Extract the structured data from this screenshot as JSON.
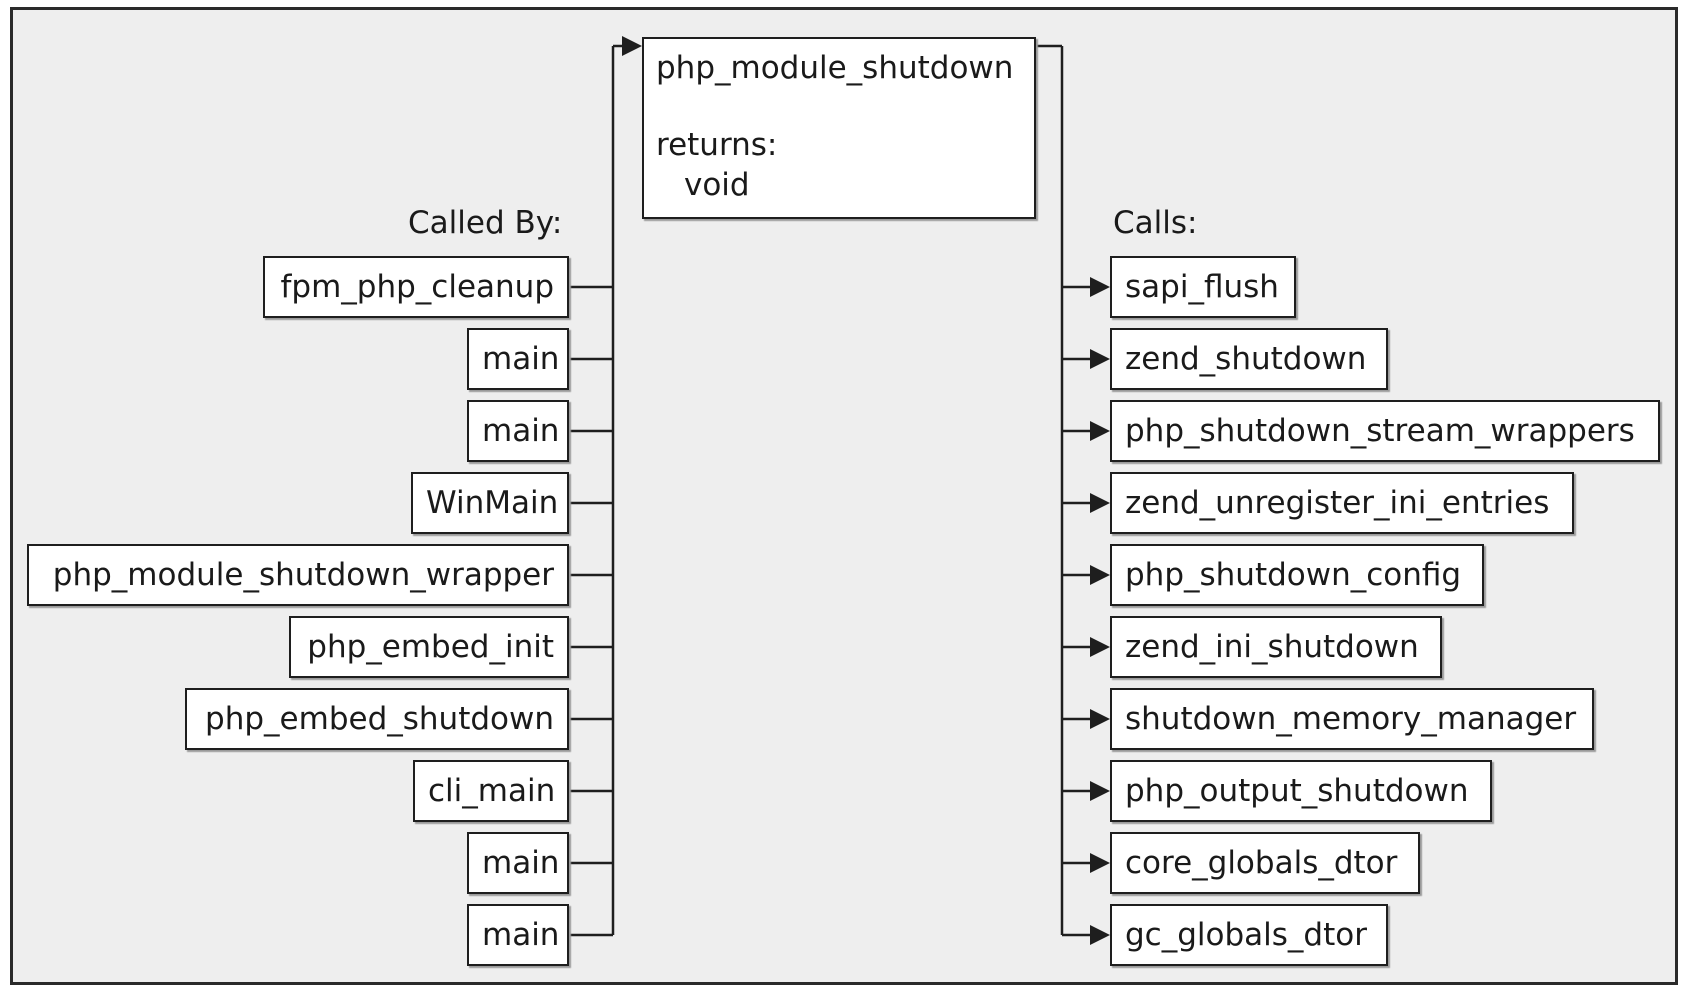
{
  "function": {
    "name": "php_module_shutdown",
    "returns_label": "returns:",
    "return_type": "void"
  },
  "called_by": {
    "heading": "Called By:",
    "items": [
      "fpm_php_cleanup",
      "main",
      "main",
      "WinMain",
      "php_module_shutdown_wrapper",
      "php_embed_init",
      "php_embed_shutdown",
      "cli_main",
      "main",
      "main"
    ]
  },
  "calls": {
    "heading": "Calls:",
    "items": [
      "sapi_flush",
      "zend_shutdown",
      "php_shutdown_stream_wrappers",
      "zend_unregister_ini_entries",
      "php_shutdown_config",
      "zend_ini_shutdown",
      "shutdown_memory_manager",
      "php_output_shutdown",
      "core_globals_dtor",
      "gc_globals_dtor"
    ]
  },
  "colors": {
    "background": "#eeeeee",
    "box_fill": "#ffffff",
    "line": "#1e1e1e"
  }
}
